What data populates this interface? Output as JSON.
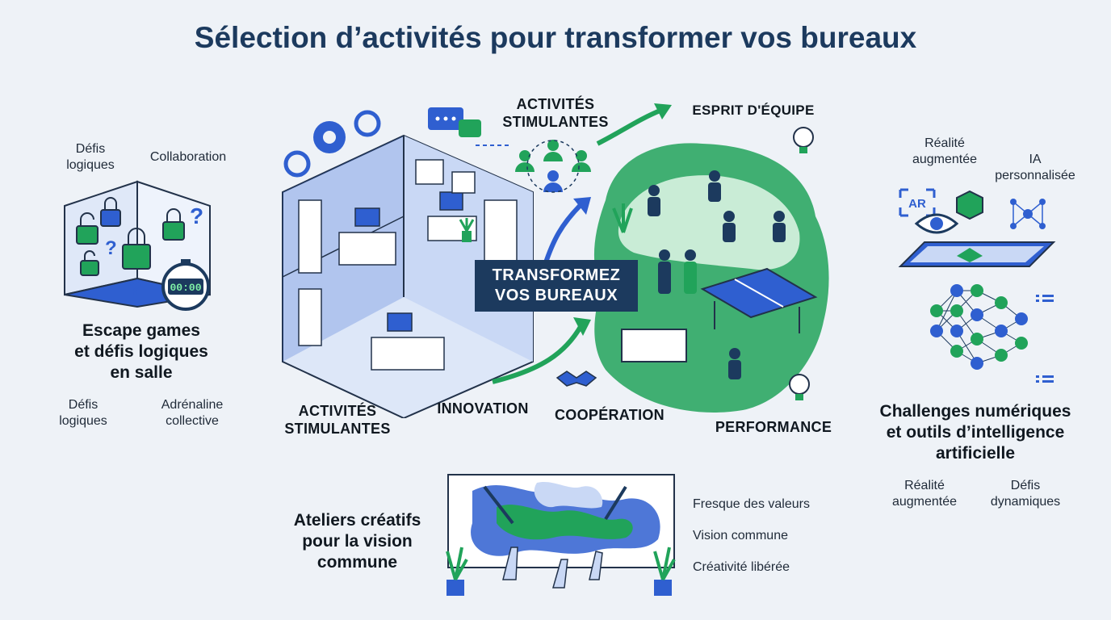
{
  "title": "Sélection d’activités pour transformer vos bureaux",
  "escape": {
    "top_left": "Défis\nlogiques",
    "top_right": "Collaboration",
    "heading": "Escape games\net défis logiques\nen salle",
    "bottom_left": "Défis\nlogiques",
    "bottom_right": "Adrénaline\ncollective",
    "timer": "00:00"
  },
  "center": {
    "top_label": "ACTIVITÉS\nSTIMULANTES",
    "team_label": "ESPRIT D'ÉQUIPE",
    "badge": "TRANSFORMEZ\nVOS BUREAUX",
    "bottom_left_label": "ACTIVITÉS\nSTIMULANTES",
    "innovation": "INNOVATION",
    "cooperation": "COOPÉRATION",
    "performance": "PERFORMANCE"
  },
  "digital": {
    "ar_label": "Réalité\naugmentée",
    "ia_label": "IA\npersonnalisée",
    "ar_tag": "AR",
    "heading": "Challenges numériques\net outils d’intelligence\nartificielle",
    "bottom_left": "Réalité\naugmentée",
    "bottom_right": "Défis\ndynamiques"
  },
  "workshop": {
    "heading": "Ateliers créatifs\npour la vision\ncommune",
    "items": [
      "Fresque des valeurs",
      "Vision commune",
      "Créativité libérée"
    ]
  },
  "colors": {
    "navy": "#1c3a5e",
    "blue": "#2f5fd0",
    "green": "#21a35a",
    "light_blue": "#c9d8f5"
  }
}
